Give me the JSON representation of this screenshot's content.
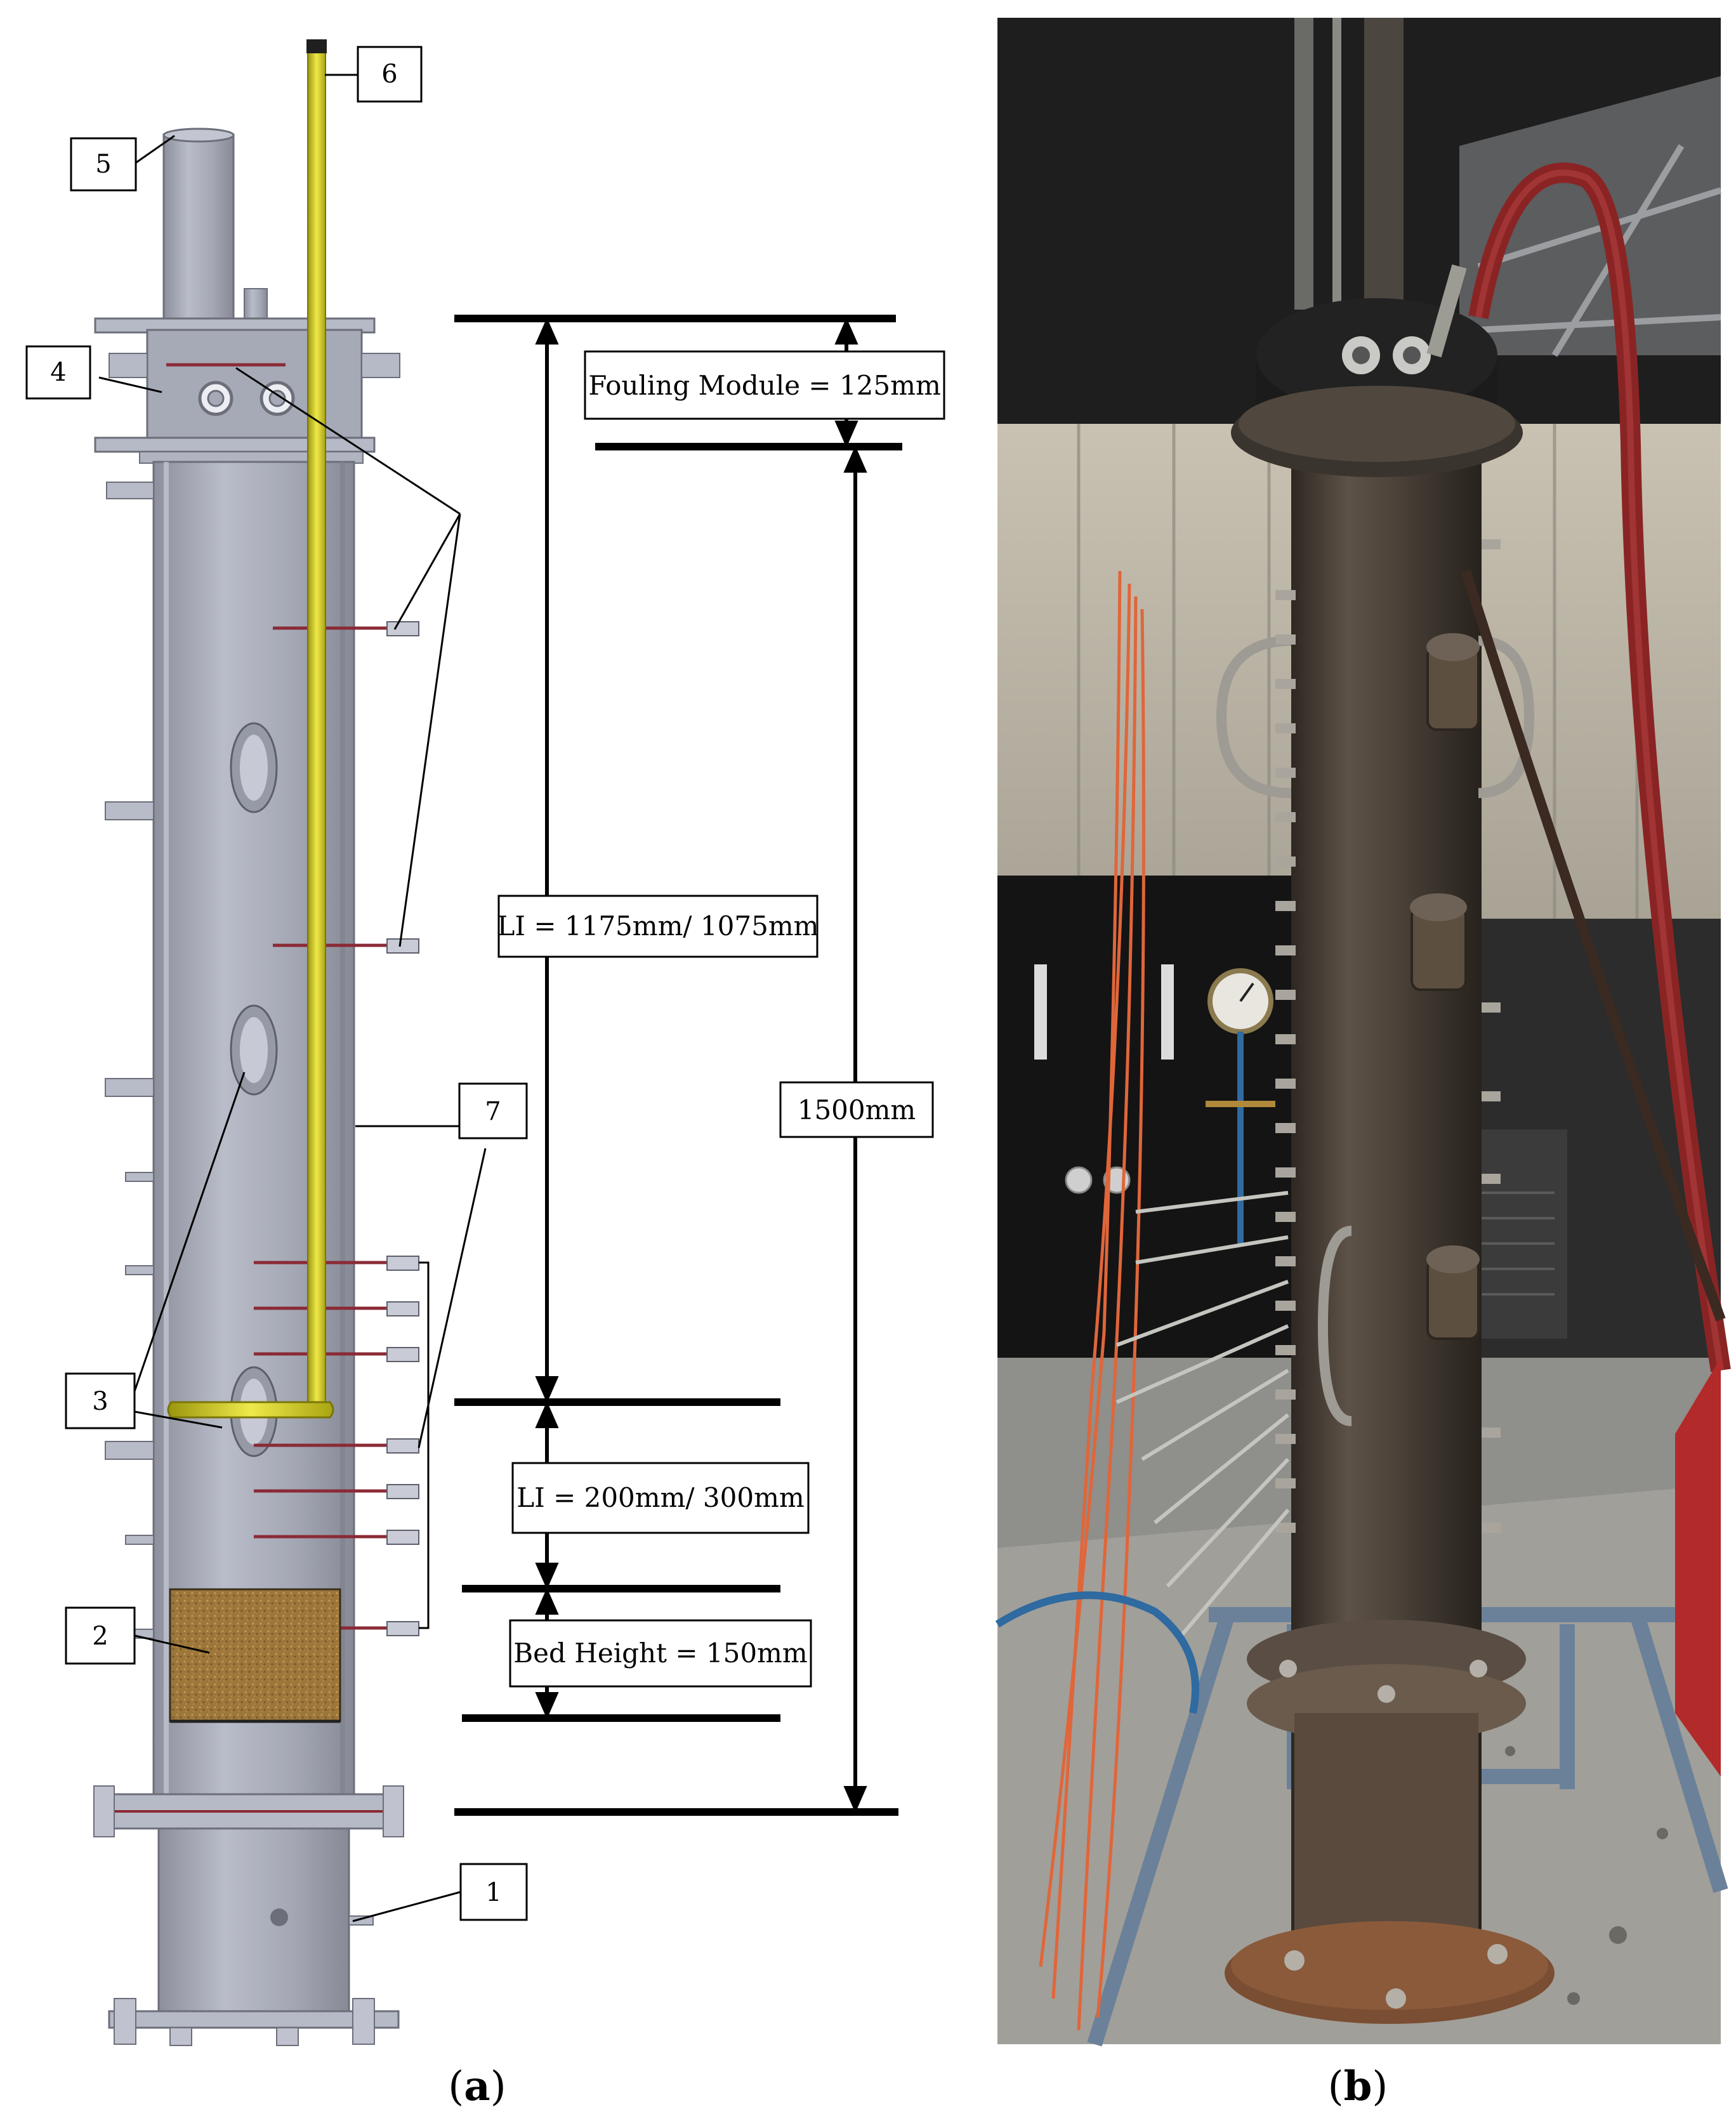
{
  "panel_a": {
    "caption_open": "(",
    "caption_letter": "a",
    "caption_close": ")",
    "labels": [
      "1",
      "2",
      "3",
      "4",
      "5",
      "6",
      "7"
    ],
    "dimensions": {
      "fouling_module": "Fouling Module = 125mm",
      "li_upper": "LI = 1175mm/ 1075mm",
      "li_lower": "LI = 200mm/ 300mm",
      "bed_height": "Bed Height = 150mm",
      "total": "1500mm"
    }
  },
  "panel_b": {
    "caption_open": "(",
    "caption_letter": "b",
    "caption_close": ")"
  },
  "colors": {
    "reactor_body": "#a7aab8",
    "probe_yellow": "#d8d21a",
    "bed_material": "#a07a3a",
    "photo_background": "#3a3a3a",
    "column_steel": "#4a4037"
  }
}
